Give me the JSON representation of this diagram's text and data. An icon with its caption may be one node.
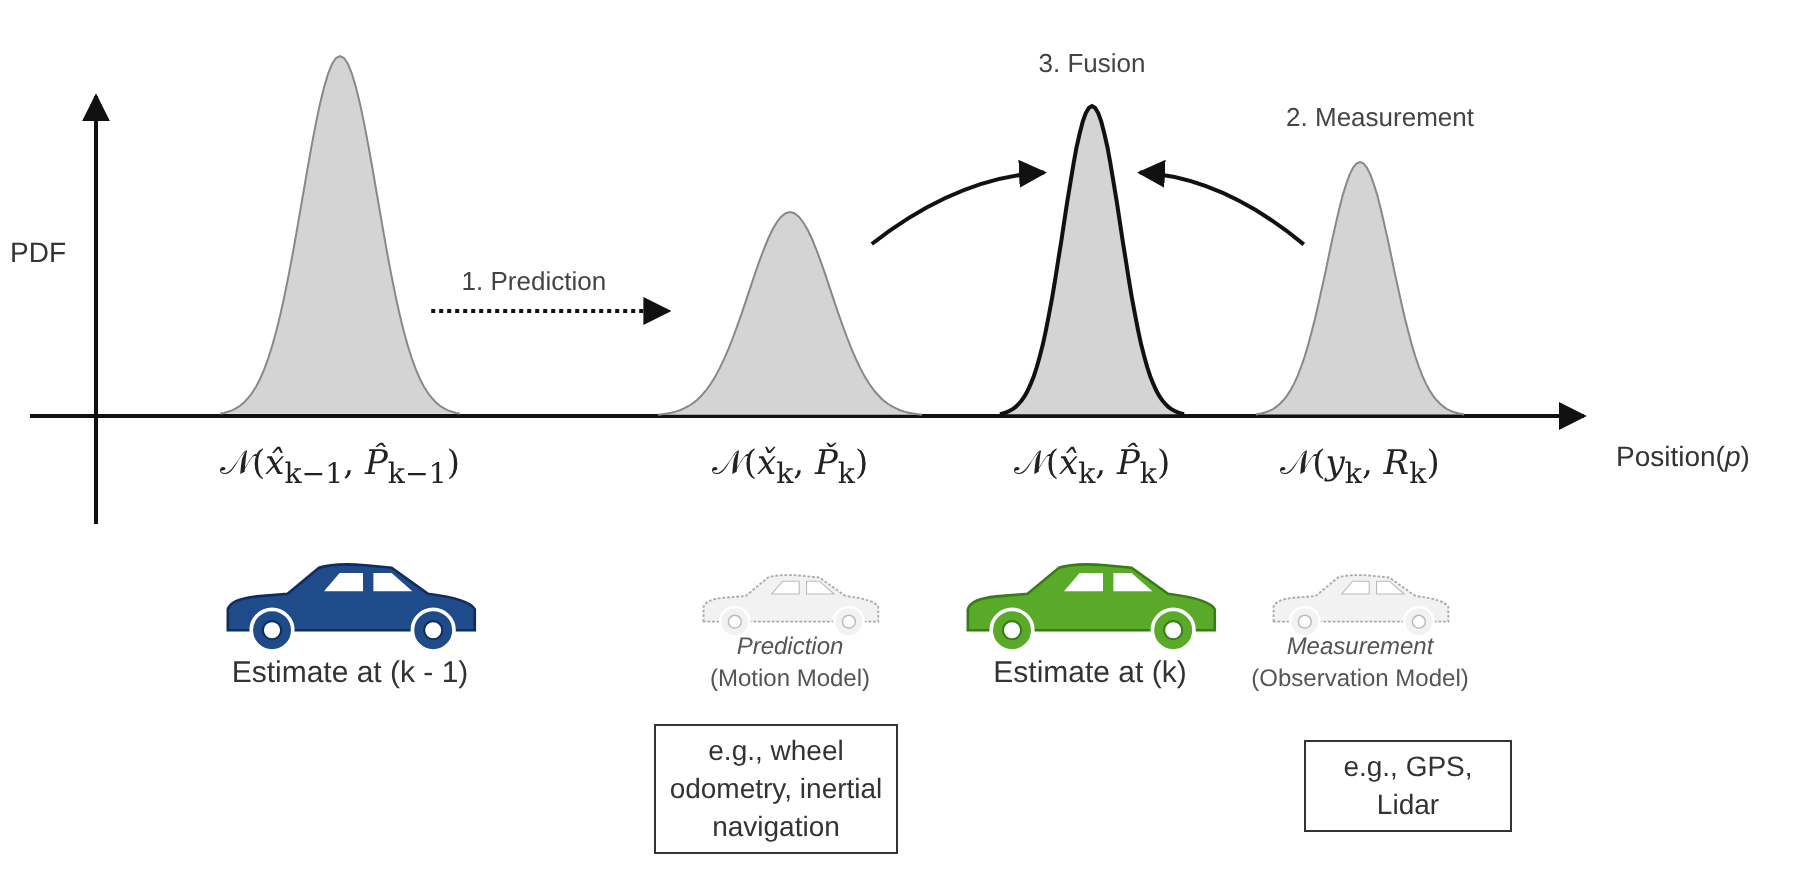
{
  "diagram": {
    "nodes": [
      {
        "text": [],
        "shape": "curve",
        "beside": [
          "𝒩(*x̂*$_{k−1}$, *P̂*$_{k−1}$)"
        ]
      },
      {
        "text": [],
        "shape": "curve",
        "beside": [
          "𝒩(*x̌*$_{k}$, *P̌*$_{k}$)"
        ]
      },
      {
        "text": [],
        "shape": "curve",
        "beside": [
          "3. Fusion",
          "𝒩(*x̂*$_{k}$, *P̂*$_{k}$)"
        ]
      },
      {
        "text": [],
        "shape": "curve",
        "beside": [
          "2. Measurement",
          "𝒩(*y*$_{k}$, *R*$_{k}$)"
        ]
      },
      {
        "text": [],
        "shape": "picture",
        "beside": [
          "Estimate at (k - 1)"
        ]
      },
      {
        "text": [],
        "shape": "picture",
        "beside": [
          "Prediction",
          "(Motion Model)"
        ]
      },
      {
        "text": [],
        "shape": "picture",
        "beside": [
          "Estimate at (k)"
        ]
      },
      {
        "text": [],
        "shape": "picture",
        "beside": [
          "Measurement",
          "(Observation Model)"
        ]
      },
      {
        "text": [
          "e.g., wheel odometry, inertial navigation"
        ]
      },
      {
        "text": [
          "e.g., GPS, Lidar"
        ]
      }
    ],
    "edges": [
      {
        "from": 0,
        "to": 1,
        "arrow": "to",
        "label": "1. Prediction",
        "style": "dashed"
      },
      {
        "from": 1,
        "to": 2,
        "arrow": "to"
      },
      {
        "from": 3,
        "to": 2,
        "arrow": "to"
      }
    ],
    "labels": [
      "PDF",
      "Position(*p*)"
    ]
  }
}
